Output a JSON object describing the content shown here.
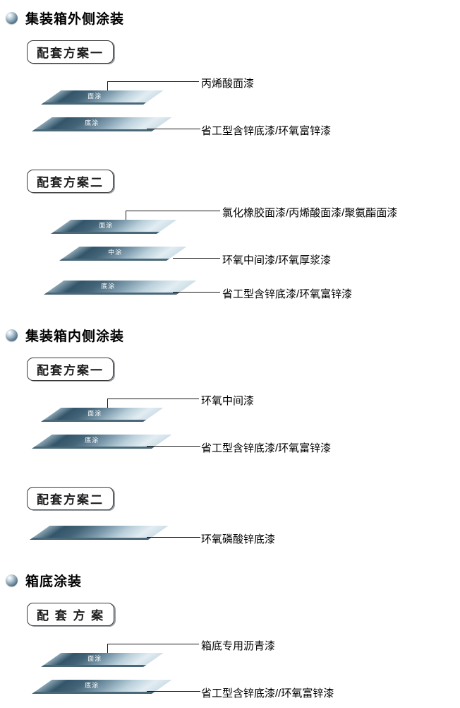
{
  "colors": {
    "plate_dark": "#33556a",
    "plate_light": "#e2edf2",
    "plate_edge": "#4a6878",
    "bullet_blue": "#41607a",
    "line": "#1a1a1a"
  },
  "sections": [
    {
      "title": "集装箱外侧涂装",
      "schemes": [
        {
          "label": "配套方案一",
          "layers": [
            {
              "tag": "面涂",
              "callout": "丙烯酸面漆"
            },
            {
              "tag": "底涂",
              "callout": "省工型含锌底漆/环氧富锌漆"
            }
          ]
        },
        {
          "label": "配套方案二",
          "layers": [
            {
              "tag": "面涂",
              "callout": "氯化橡胶面漆/丙烯酸面漆/聚氨酯面漆"
            },
            {
              "tag": "中涂",
              "callout": "环氧中间漆/环氧厚浆漆"
            },
            {
              "tag": "底涂",
              "callout": "省工型含锌底漆/环氧富锌漆"
            }
          ]
        }
      ]
    },
    {
      "title": "集装箱内侧涂装",
      "schemes": [
        {
          "label": "配套方案一",
          "layers": [
            {
              "tag": "面涂",
              "callout": "环氧中间漆"
            },
            {
              "tag": "底涂",
              "callout": "省工型含锌底漆/环氧富锌漆"
            }
          ]
        },
        {
          "label": "配套方案二",
          "layers": [
            {
              "tag": "",
              "callout": "环氧磷酸锌底漆"
            }
          ]
        }
      ]
    },
    {
      "title": "箱底涂装",
      "schemes": [
        {
          "label": "配 套 方 案",
          "layers": [
            {
              "tag": "面涂",
              "callout": "箱底专用沥青漆"
            },
            {
              "tag": "底涂",
              "callout": "省工型含锌底漆//环氧富锌漆"
            }
          ]
        }
      ]
    }
  ]
}
